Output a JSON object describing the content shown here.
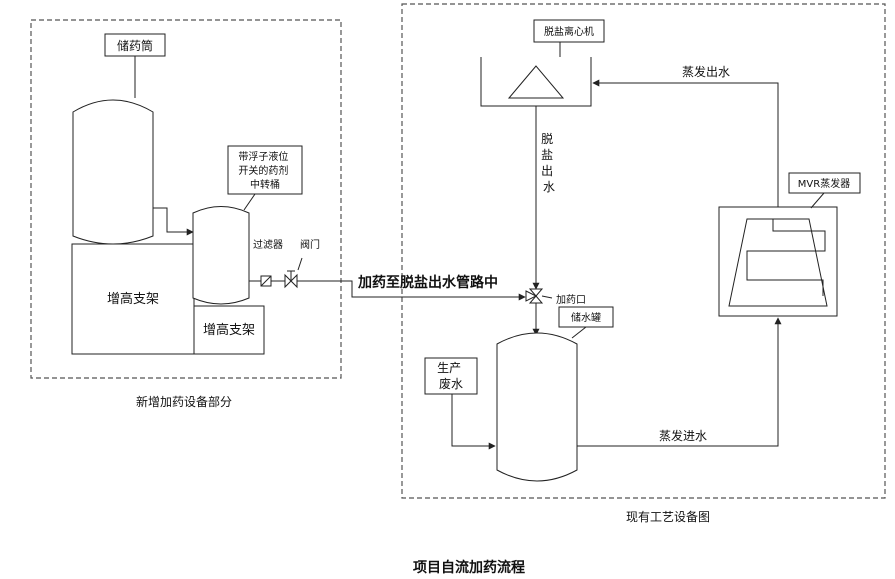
{
  "sections": {
    "new_equipment": "新增加药设备部分",
    "existing_process": "现有工艺设备图"
  },
  "components": {
    "storage_drum": "储药筒",
    "transfer_drum_lines": [
      "带浮子液位",
      "开关的药剂",
      "中转桶"
    ],
    "raise_stand_large": "增高支架",
    "raise_stand_small": "增高支架",
    "filter": "过滤器",
    "valve": "阀门",
    "centrifuge": "脱盐离心机",
    "evaporator": "MVR蒸发器",
    "water_tank": "储水罐",
    "waste_water_lines": [
      "生产",
      "废水"
    ],
    "dosing_port": "加药口"
  },
  "flows": {
    "dosing_line": "加药至脱盐出水管路中",
    "desalt_out_chars": [
      "脱",
      "盐",
      "出",
      "水"
    ],
    "steam_out": "蒸发出水",
    "steam_in": "蒸发进水"
  },
  "title": "项目自流加药流程"
}
